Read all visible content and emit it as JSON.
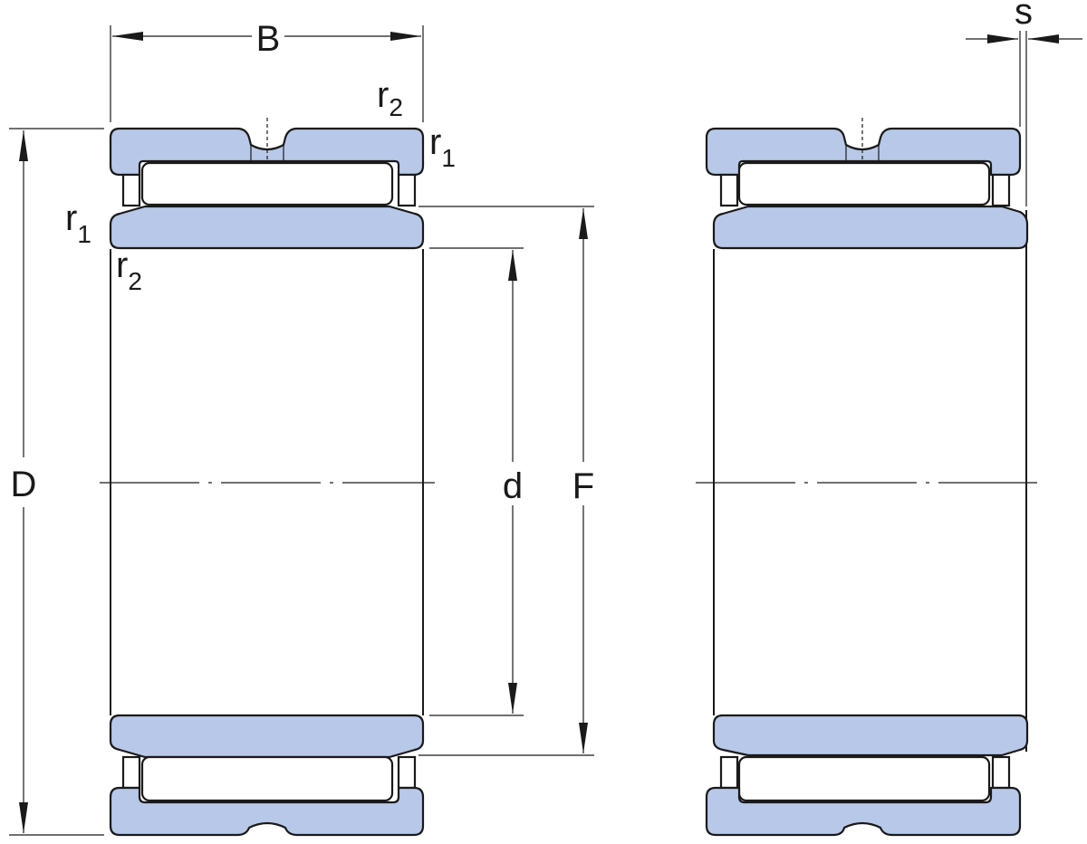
{
  "labels": {
    "B": "B",
    "D": "D",
    "d": "d",
    "F": "F",
    "s": "s",
    "r": "r",
    "sub1": "1",
    "sub2": "2"
  },
  "colors": {
    "ring_fill": "#b8c8e8",
    "outline": "#1a1a1a",
    "background": "#ffffff"
  }
}
